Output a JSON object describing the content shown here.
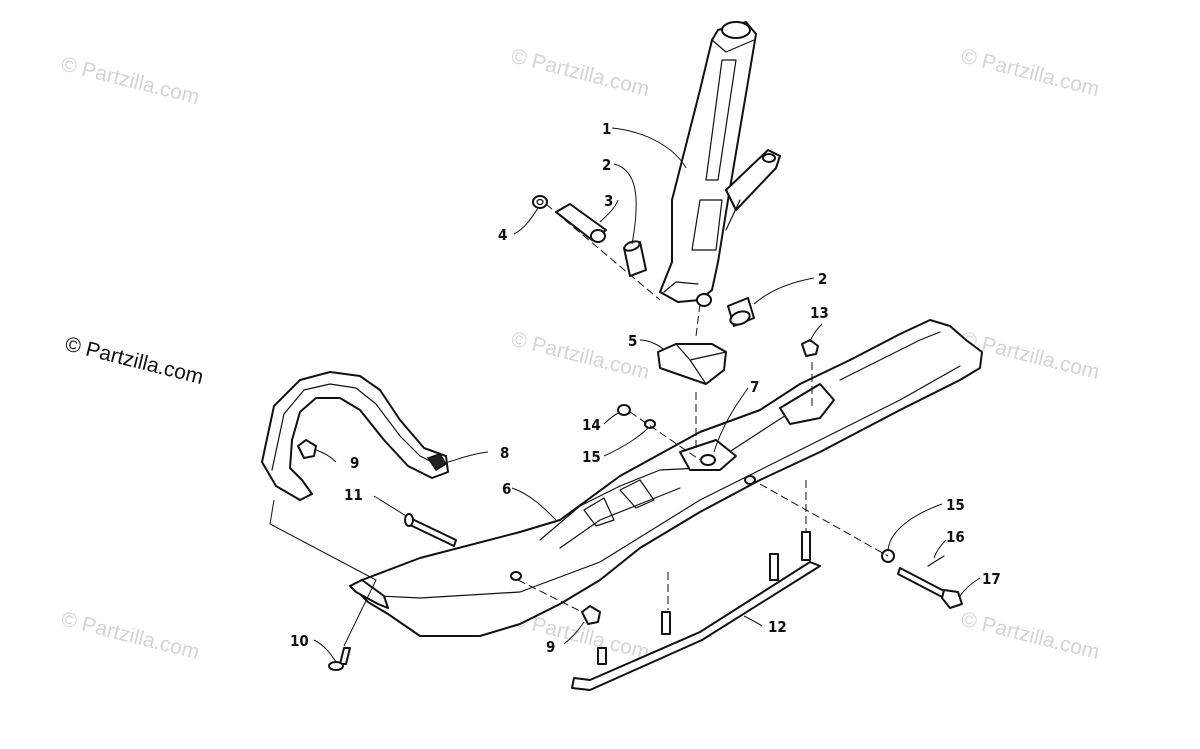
{
  "watermarks": {
    "faint": "© Partzilla.com",
    "main": "© Partzilla.com"
  },
  "callouts": {
    "c1": "1",
    "c2a": "2",
    "c2b": "2",
    "c3": "3",
    "c4": "4",
    "c5": "5",
    "c6": "6",
    "c7": "7",
    "c8": "8",
    "c9a": "9",
    "c9b": "9",
    "c10": "10",
    "c11": "11",
    "c12": "12",
    "c13": "13",
    "c14": "14",
    "c15a": "15",
    "c15b": "15",
    "c16": "16",
    "c17": "17"
  },
  "colors": {
    "line": "#111111",
    "watermark": "#d4d4d4",
    "background": "#ffffff"
  }
}
